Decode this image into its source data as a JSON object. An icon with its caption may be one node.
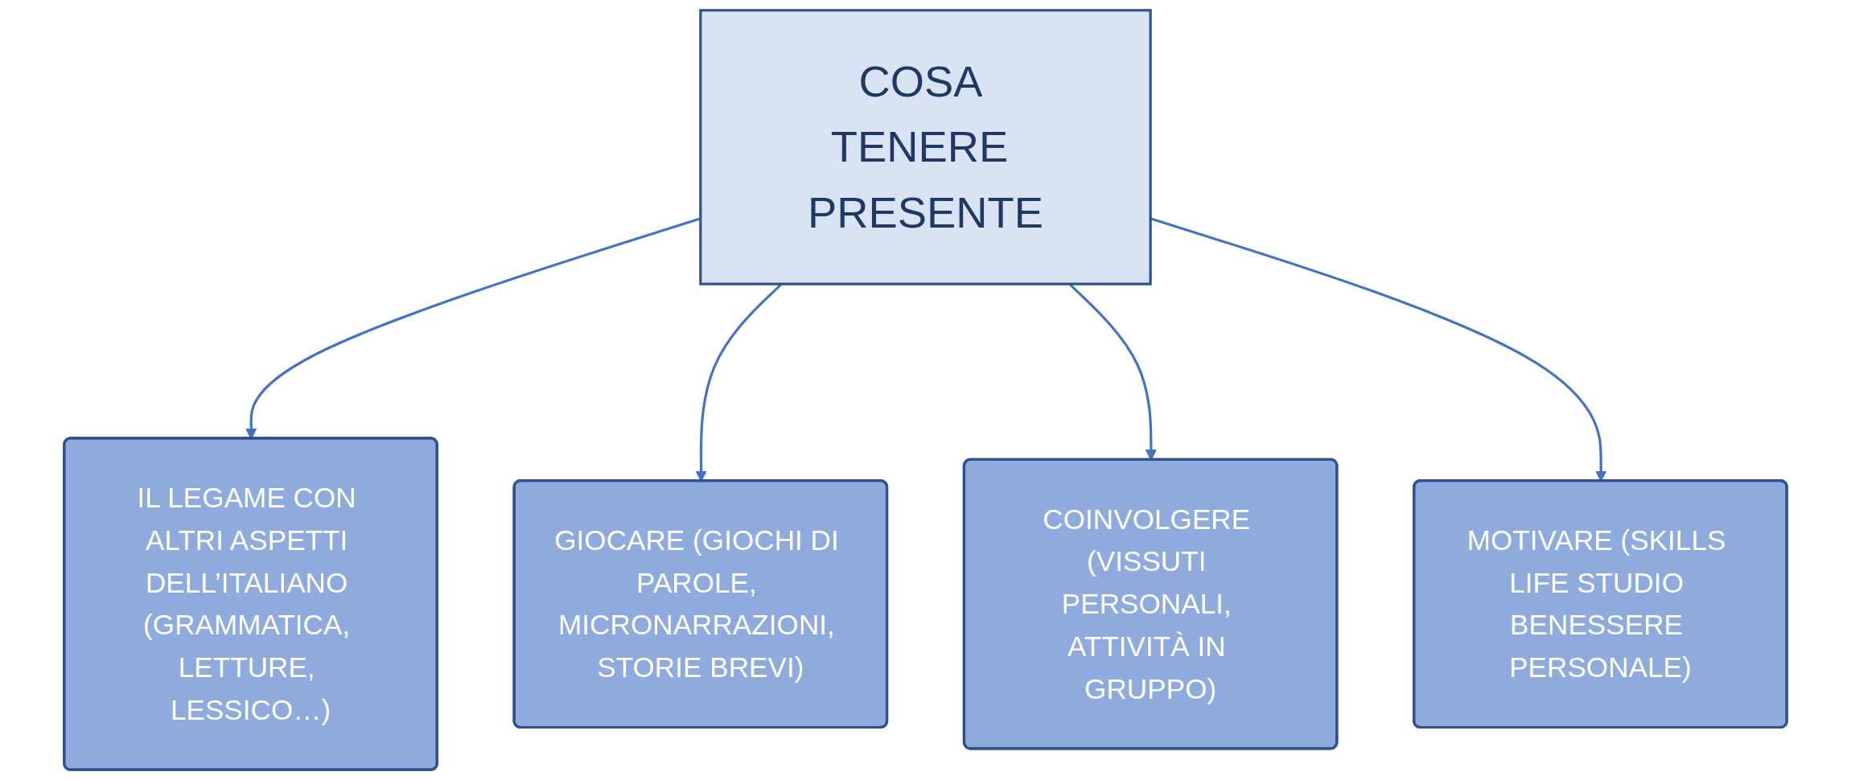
{
  "diagram": {
    "nodes": [
      {
        "text": [
          "COSA TENERE PRESENTE"
        ]
      },
      {
        "text": [
          "IL LEGAME CON ALTRI ASPETTI DELL’ITALIANO (GRAMMATICA, LETTURE, LESSICO…)"
        ]
      },
      {
        "text": [
          "GIOCARE (GIOCHI DI PAROLE, MICRONARRAZIONI, STORIE BREVI)"
        ]
      },
      {
        "text": [
          "COINVOLGERE (VISSUTI PERSONALI, ATTIVITÀ IN GRUPPO)"
        ]
      },
      {
        "text": [
          "MOTIVARE (SKILLS LIFE STUDIO BENESSERE PERSONALE)"
        ]
      }
    ],
    "edges": [
      {
        "from": 0,
        "to": 1,
        "arrow": "to"
      },
      {
        "from": 0,
        "to": 2,
        "arrow": "to"
      },
      {
        "from": 0,
        "to": 3,
        "arrow": "to"
      },
      {
        "from": 0,
        "to": 4,
        "arrow": "to"
      }
    ]
  }
}
